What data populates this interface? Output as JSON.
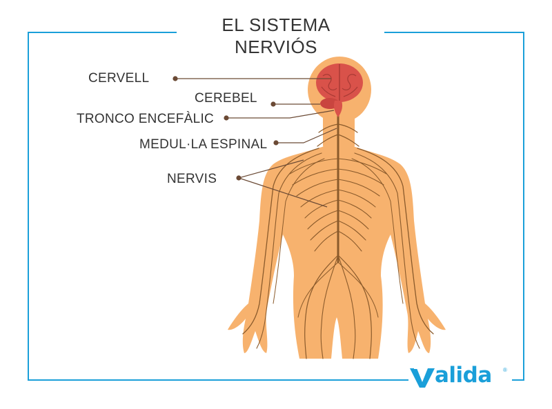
{
  "title": {
    "line1": "EL SISTEMA",
    "line2": "NERVIÓS"
  },
  "labels": {
    "cervell": "CERVELL",
    "cerebel": "CEREBEL",
    "tronco": "TRONCO ENCEFÀLIC",
    "medulla": "MEDUL·LA ESPINAL",
    "nervis": "NERVIS"
  },
  "logo": {
    "text": "alida",
    "registered": "®"
  },
  "colors": {
    "frame": "#1a9fd9",
    "body": "#f7b26e",
    "nerve": "#8a5a2b",
    "brain": "#d9524a",
    "leader": "#6b4a35"
  }
}
